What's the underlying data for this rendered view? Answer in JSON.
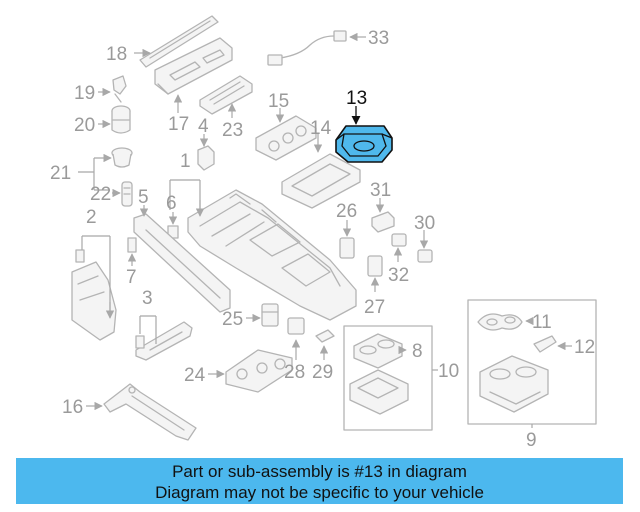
{
  "diagram": {
    "callouts": [
      "1",
      "2",
      "3",
      "4",
      "5",
      "6",
      "7",
      "8",
      "9",
      "10",
      "11",
      "12",
      "13",
      "14",
      "15",
      "16",
      "17",
      "18",
      "19",
      "20",
      "21",
      "22",
      "23",
      "24",
      "25",
      "26",
      "27",
      "28",
      "29",
      "30",
      "31",
      "32",
      "33"
    ],
    "highlighted_part": "13",
    "highlight_color": "#4fb8ec"
  },
  "banner": {
    "line1": "Part or sub-assembly is #13 in diagram",
    "line2": "Diagram may not be specific to your vehicle",
    "color": "#4cb8ee"
  }
}
